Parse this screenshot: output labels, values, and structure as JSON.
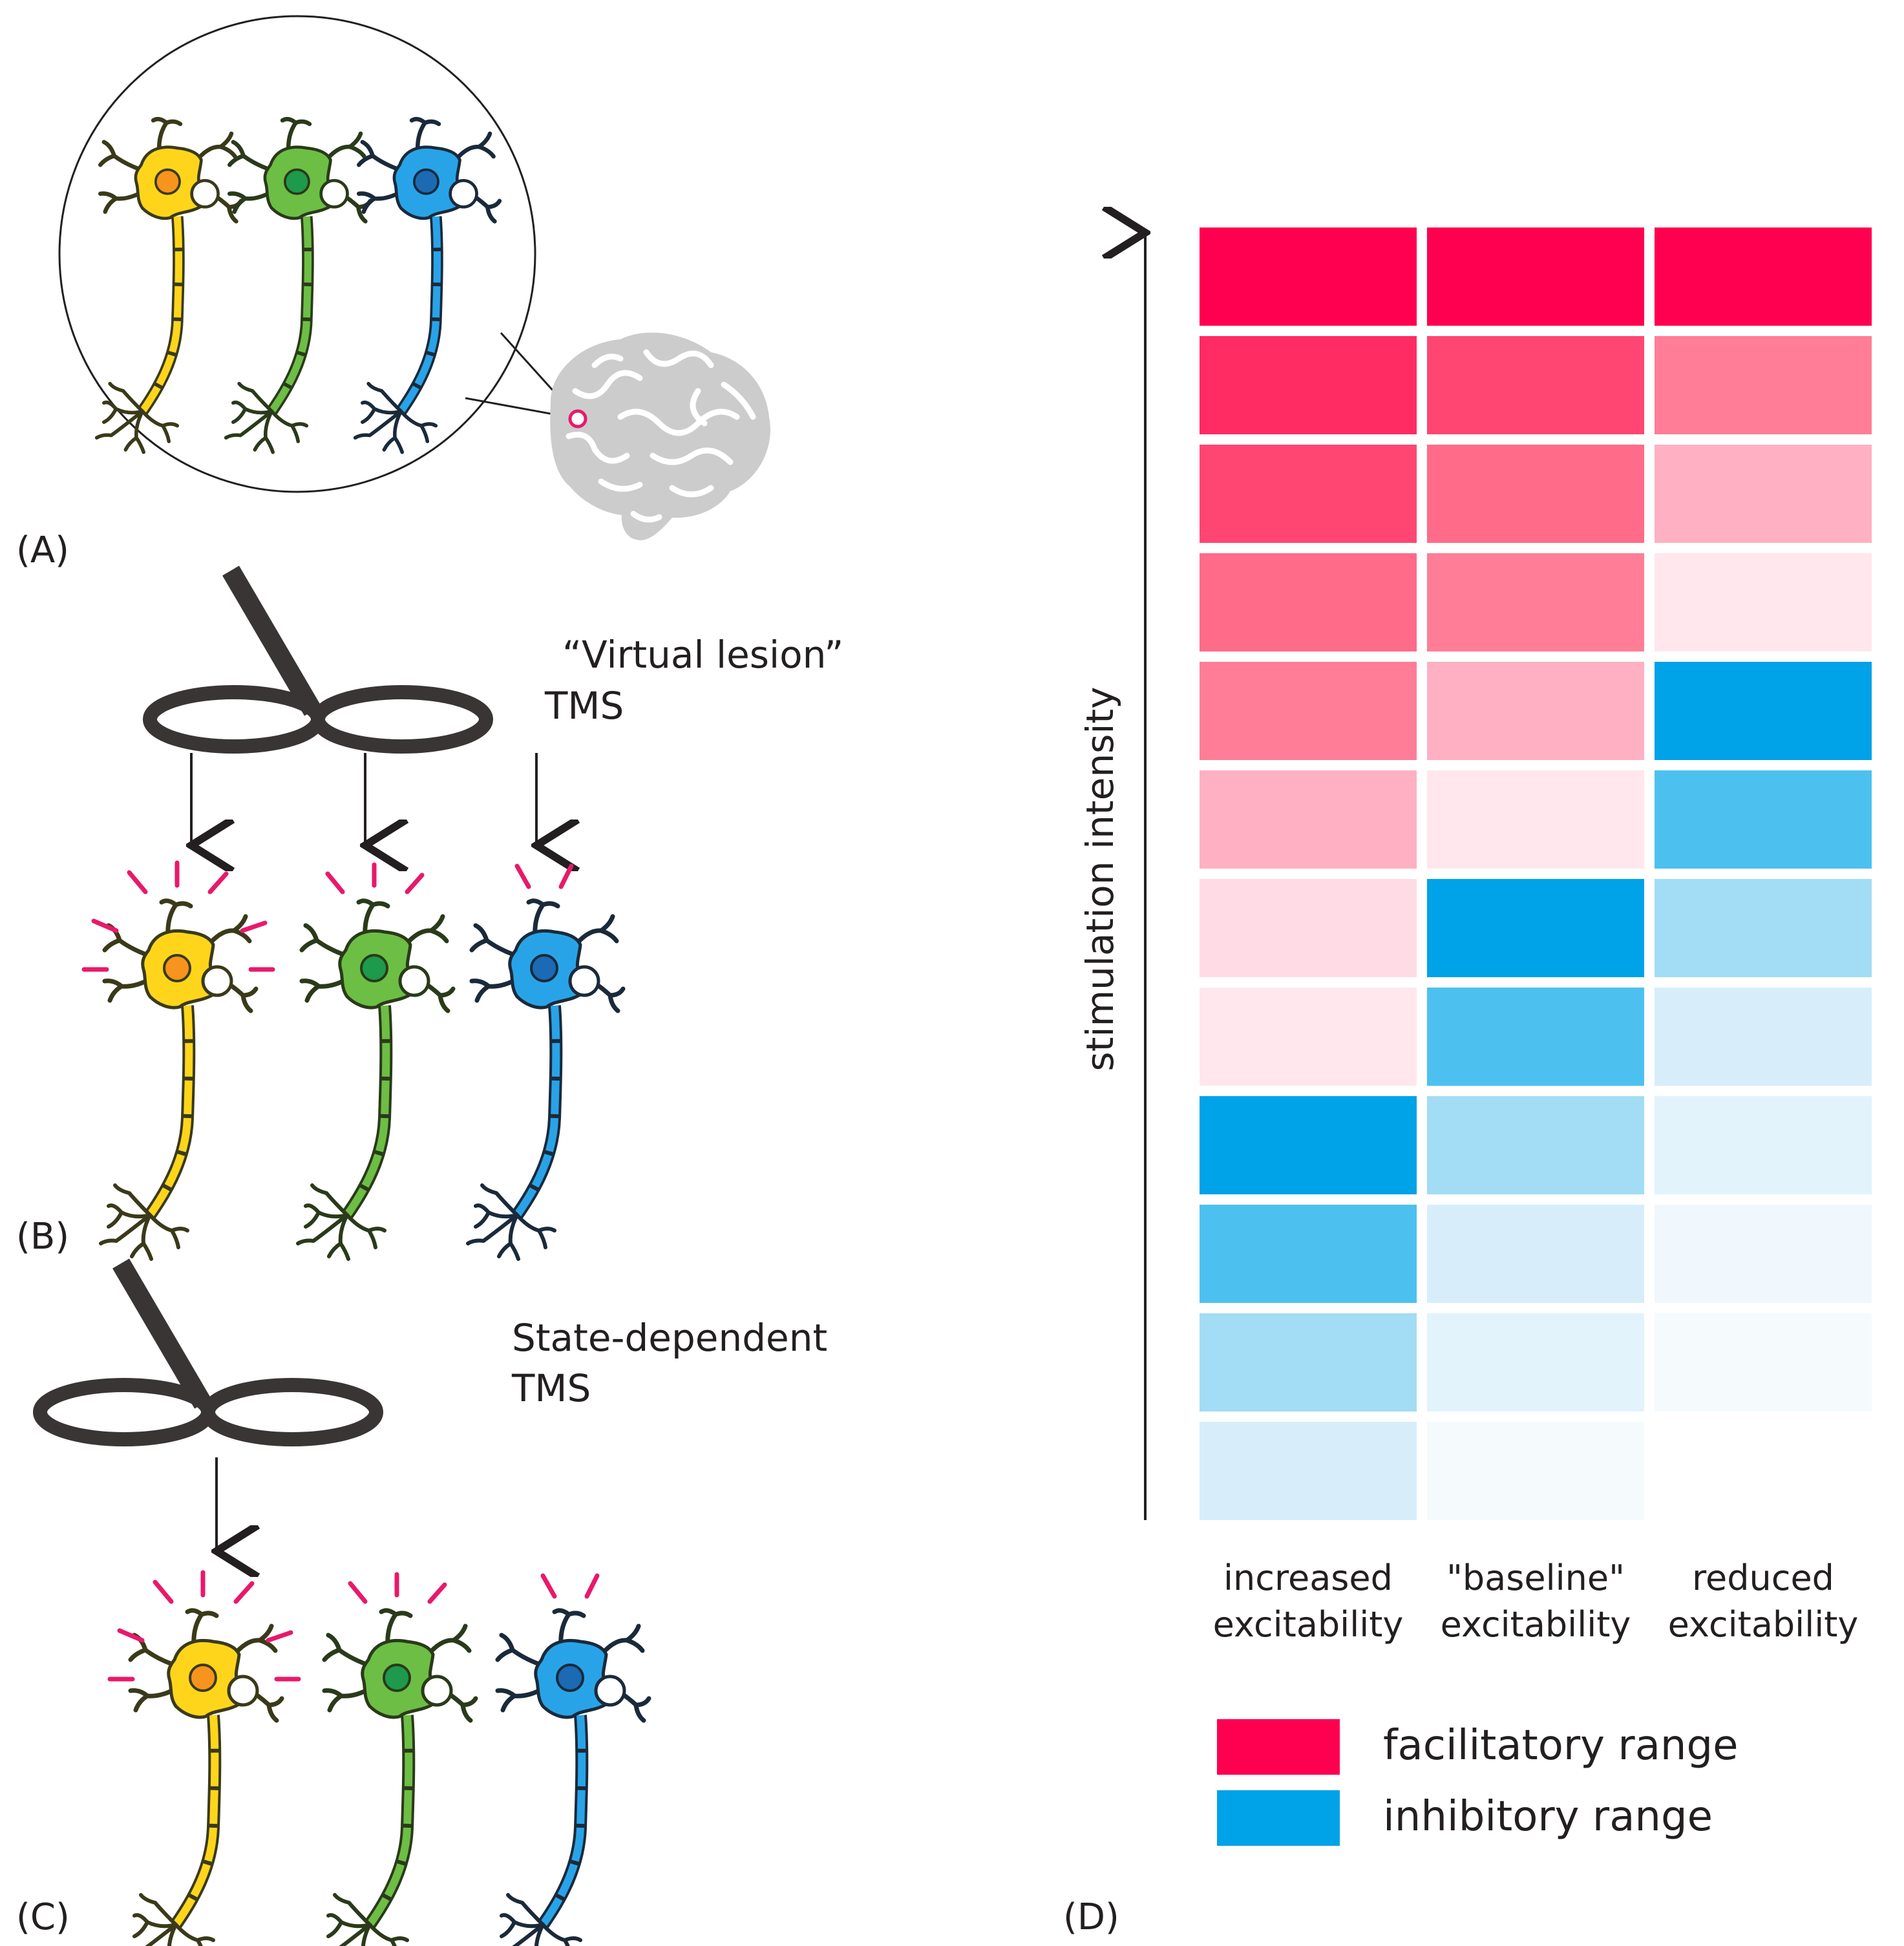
{
  "panels": {
    "a": {
      "label": "(A)"
    },
    "b": {
      "label": "(B)",
      "tms_line1": "“Virtual lesion”",
      "tms_line2": "TMS"
    },
    "c": {
      "label": "(C)",
      "tms_line1": "State-dependent",
      "tms_line2": "TMS"
    },
    "d": {
      "label": "(D)"
    }
  },
  "neuron_colors": {
    "yellow": {
      "fill": "#FFD51C",
      "nucleus": "#F7941D",
      "outline": "#3a3a1a"
    },
    "green": {
      "fill": "#6DBE45",
      "nucleus": "#1E9A4C",
      "outline": "#2a3a1a"
    },
    "blue": {
      "fill": "#29A3E8",
      "nucleus": "#1B6AB3",
      "outline": "#1a2a3a"
    }
  },
  "activation_color": "#E8196B",
  "heatmap": {
    "y_axis_label": "stimulation intensity",
    "columns": [
      {
        "line1": "increased",
        "line2": "excitability"
      },
      {
        "line1": "\"baseline\"",
        "line2": "excitability"
      },
      {
        "line1": "reduced",
        "line2": "excitability"
      }
    ],
    "rows_top_to_bottom": [
      [
        "#FF0050",
        "#FF0050",
        "#FF0050"
      ],
      [
        "#FF2B62",
        "#FF4672",
        "#FF7D96"
      ],
      [
        "#FF4672",
        "#FF6B88",
        "#FFB0C3"
      ],
      [
        "#FF6B88",
        "#FF7D96",
        "#FFE7ED"
      ],
      [
        "#FF7D96",
        "#FFB0C3",
        "#00A2E8"
      ],
      [
        "#FFB0C3",
        "#FFE7ED",
        "#4CC1F0"
      ],
      [
        "#FFDCE5",
        "#00A2E8",
        "#A2DCF5"
      ],
      [
        "#FFE7ED",
        "#4CC1F0",
        "#D7EEFA"
      ],
      [
        "#00A2E8",
        "#A2DCF5",
        "#E2F3FB"
      ],
      [
        "#4CC1F0",
        "#D7EEFA",
        "#F0F8FD"
      ],
      [
        "#A2DCF5",
        "#E2F3FB",
        "#F5FAFD"
      ],
      [
        "#D7EEFA",
        "#F5FAFD",
        "#FFFFFF"
      ]
    ],
    "legend": [
      {
        "color": "#FF0050",
        "label": "facilitatory range"
      },
      {
        "color": "#00A2E8",
        "label": "inhibitory range"
      }
    ]
  }
}
